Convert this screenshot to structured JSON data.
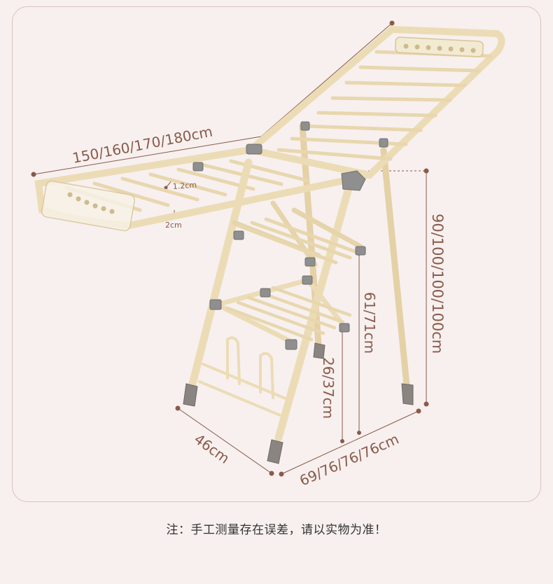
{
  "dimensions": {
    "length": "150/160/170/180cm",
    "height": "90/100/100/100cm",
    "mid_shelf": "61/71cm",
    "low_shelf": "26/37cm",
    "depth": "46cm",
    "width": "69/76/76/76cm",
    "tube": "1.2cm",
    "edge": "2cm"
  },
  "footnote": "注：手工测量存在误差，请以实物为准！",
  "colors": {
    "frame": "#ecdcb6",
    "frame_dark": "#d4be8f",
    "dimension": "#8a5a4a",
    "joint": "#8f8f8f",
    "foot": "#8a8580"
  }
}
